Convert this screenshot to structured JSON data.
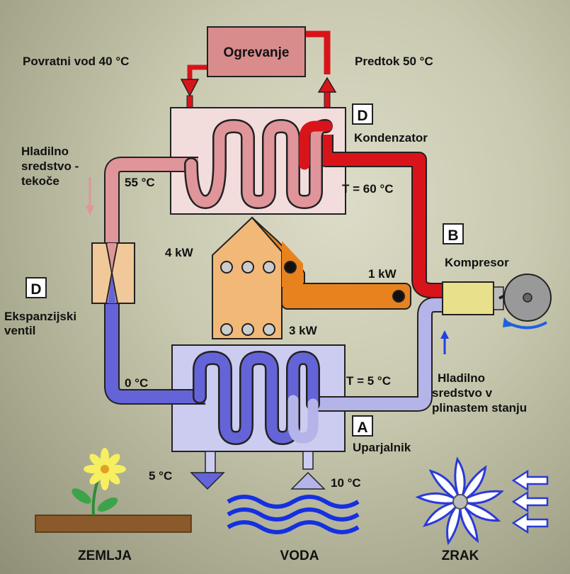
{
  "labels": {
    "ogrevanje": "Ogrevanje",
    "povratni": "Povratni vod 40 °C",
    "predtok": "Predtok 50 °C",
    "kondenzator_letter": "D",
    "kondenzator": "Kondenzator",
    "hladilno_tek_1": "Hladilno",
    "hladilno_tek_2": "sredstvo -",
    "hladilno_tek_3": "tekoče",
    "t55": "55 °C",
    "t60": "T = 60 °C",
    "kompresor_letter": "B",
    "kompresor": "Kompresor",
    "p4kw": "4 kW",
    "p1kw": "1 kW",
    "p3kw": "3 kW",
    "ventil_letter": "D",
    "ventil_1": "Ekspanzijski",
    "ventil_2": "ventil",
    "t0": "0 °C",
    "t5": "T = 5 °C",
    "plin_1": "Hladilno",
    "plin_2": "sredstvo v",
    "plin_3": "plinastem stanju",
    "uparjalnik_letter": "A",
    "uparjalnik": "Uparjalnik",
    "t5b": "5 °C",
    "t10": "10 °C",
    "zemlja": "ZEMLJA",
    "voda": "VODA",
    "zrak": "ZRAK"
  },
  "colors": {
    "hot": "#d8141a",
    "warm": "#e0959a",
    "cold": "#6464d8",
    "gas": "#b4b4e8",
    "condenser_box": "#f2dcdc",
    "evaporator_box": "#ccccf0",
    "orange": "#e8821e",
    "orange_light": "#f2b877"
  },
  "icons": [
    "flower-icon",
    "water-waves-icon",
    "fan-icon",
    "wind-arrow-icon",
    "down-arrow-icon",
    "up-arrow-icon"
  ]
}
